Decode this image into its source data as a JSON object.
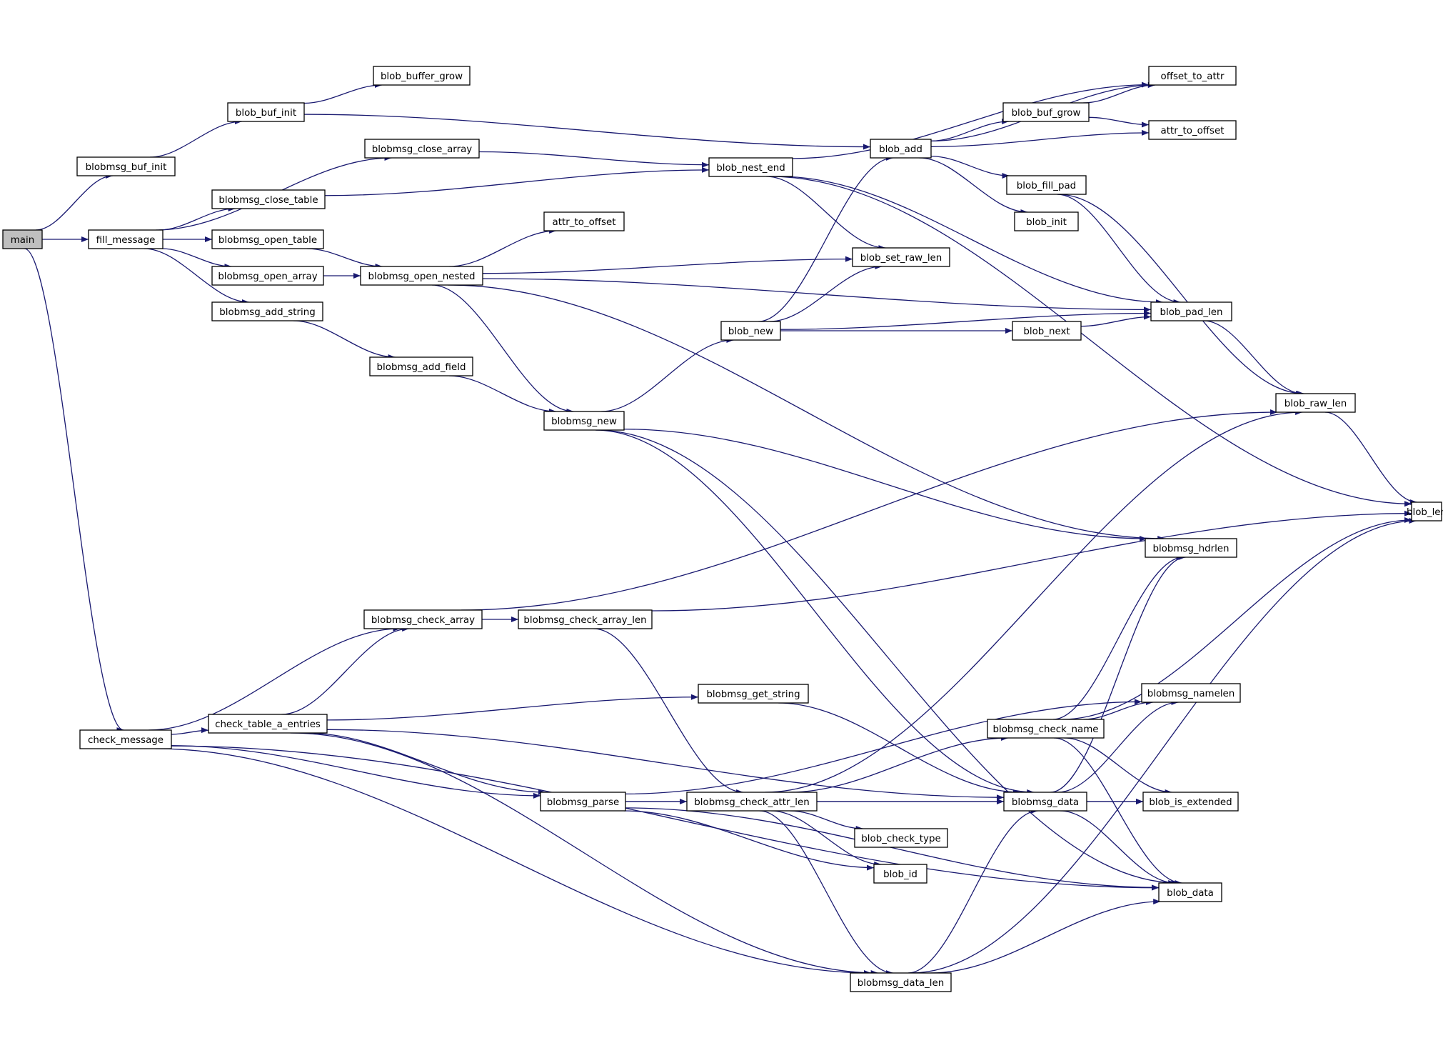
{
  "graph": {
    "edge_color": "#191970",
    "root_fill": "#bfbfbf",
    "nodes": [
      {
        "id": "main",
        "label": "main",
        "root": true
      },
      {
        "id": "blobmsg_buf_init",
        "label": "blobmsg_buf_init"
      },
      {
        "id": "fill_message",
        "label": "fill_message"
      },
      {
        "id": "check_message",
        "label": "check_message"
      },
      {
        "id": "blob_buf_init",
        "label": "blob_buf_init"
      },
      {
        "id": "blob_buffer_grow",
        "label": "blob_buffer_grow"
      },
      {
        "id": "blobmsg_close_array",
        "label": "blobmsg_close_array"
      },
      {
        "id": "blobmsg_close_table",
        "label": "blobmsg_close_table"
      },
      {
        "id": "blobmsg_open_table",
        "label": "blobmsg_open_table"
      },
      {
        "id": "blobmsg_open_array",
        "label": "blobmsg_open_array"
      },
      {
        "id": "blobmsg_add_string",
        "label": "blobmsg_add_string"
      },
      {
        "id": "blobmsg_open_nested",
        "label": "blobmsg_open_nested"
      },
      {
        "id": "blobmsg_add_field",
        "label": "blobmsg_add_field"
      },
      {
        "id": "attr_to_offset_1",
        "label": "attr_to_offset"
      },
      {
        "id": "blobmsg_new",
        "label": "blobmsg_new"
      },
      {
        "id": "blob_nest_end",
        "label": "blob_nest_end"
      },
      {
        "id": "blob_add",
        "label": "blob_add"
      },
      {
        "id": "blob_set_raw_len",
        "label": "blob_set_raw_len"
      },
      {
        "id": "blob_new",
        "label": "blob_new"
      },
      {
        "id": "blob_buf_grow",
        "label": "blob_buf_grow"
      },
      {
        "id": "blob_fill_pad",
        "label": "blob_fill_pad"
      },
      {
        "id": "blob_init",
        "label": "blob_init"
      },
      {
        "id": "blob_next",
        "label": "blob_next"
      },
      {
        "id": "offset_to_attr",
        "label": "offset_to_attr"
      },
      {
        "id": "attr_to_offset_2",
        "label": "attr_to_offset"
      },
      {
        "id": "blob_pad_len",
        "label": "blob_pad_len"
      },
      {
        "id": "blob_raw_len",
        "label": "blob_raw_len"
      },
      {
        "id": "blob_len",
        "label": "blob_len"
      },
      {
        "id": "blobmsg_hdrlen",
        "label": "blobmsg_hdrlen"
      },
      {
        "id": "blobmsg_check_array",
        "label": "blobmsg_check_array"
      },
      {
        "id": "blobmsg_check_array_len",
        "label": "blobmsg_check_array_len"
      },
      {
        "id": "check_table_a_entries",
        "label": "check_table_a_entries"
      },
      {
        "id": "blobmsg_get_string",
        "label": "blobmsg_get_string"
      },
      {
        "id": "blobmsg_parse",
        "label": "blobmsg_parse"
      },
      {
        "id": "blobmsg_check_attr_len",
        "label": "blobmsg_check_attr_len"
      },
      {
        "id": "blobmsg_check_name",
        "label": "blobmsg_check_name"
      },
      {
        "id": "blobmsg_data",
        "label": "blobmsg_data"
      },
      {
        "id": "blob_check_type",
        "label": "blob_check_type"
      },
      {
        "id": "blob_id",
        "label": "blob_id"
      },
      {
        "id": "blobmsg_data_len",
        "label": "blobmsg_data_len"
      },
      {
        "id": "blobmsg_namelen",
        "label": "blobmsg_namelen"
      },
      {
        "id": "blob_is_extended",
        "label": "blob_is_extended"
      },
      {
        "id": "blob_data",
        "label": "blob_data"
      }
    ],
    "edges": [
      [
        "main",
        "blobmsg_buf_init"
      ],
      [
        "main",
        "fill_message"
      ],
      [
        "main",
        "check_message"
      ],
      [
        "blobmsg_buf_init",
        "blob_buf_init"
      ],
      [
        "blob_buf_init",
        "blob_buffer_grow"
      ],
      [
        "blob_buf_init",
        "blob_add"
      ],
      [
        "fill_message",
        "blobmsg_close_array"
      ],
      [
        "fill_message",
        "blobmsg_close_table"
      ],
      [
        "fill_message",
        "blobmsg_open_table"
      ],
      [
        "fill_message",
        "blobmsg_open_array"
      ],
      [
        "fill_message",
        "blobmsg_add_string"
      ],
      [
        "blobmsg_close_array",
        "blob_nest_end"
      ],
      [
        "blobmsg_close_table",
        "blob_nest_end"
      ],
      [
        "blobmsg_open_table",
        "blobmsg_open_nested"
      ],
      [
        "blobmsg_open_array",
        "blobmsg_open_nested"
      ],
      [
        "blobmsg_add_string",
        "blobmsg_add_field"
      ],
      [
        "blobmsg_open_nested",
        "attr_to_offset_1"
      ],
      [
        "blobmsg_open_nested",
        "blob_set_raw_len"
      ],
      [
        "blobmsg_open_nested",
        "blob_pad_len"
      ],
      [
        "blobmsg_open_nested",
        "blobmsg_hdrlen"
      ],
      [
        "blobmsg_open_nested",
        "blobmsg_new"
      ],
      [
        "blobmsg_add_field",
        "blobmsg_new"
      ],
      [
        "blobmsg_new",
        "blob_new"
      ],
      [
        "blobmsg_new",
        "blobmsg_hdrlen"
      ],
      [
        "blobmsg_new",
        "blobmsg_data"
      ],
      [
        "blobmsg_new",
        "blob_data"
      ],
      [
        "blob_nest_end",
        "offset_to_attr"
      ],
      [
        "blob_nest_end",
        "blob_set_raw_len"
      ],
      [
        "blob_nest_end",
        "blob_pad_len"
      ],
      [
        "blob_nest_end",
        "blob_len"
      ],
      [
        "blob_add",
        "offset_to_attr"
      ],
      [
        "blob_add",
        "blob_buf_grow"
      ],
      [
        "blob_add",
        "attr_to_offset_2"
      ],
      [
        "blob_add",
        "blob_fill_pad"
      ],
      [
        "blob_add",
        "blob_init"
      ],
      [
        "blob_new",
        "blob_add"
      ],
      [
        "blob_new",
        "blob_set_raw_len"
      ],
      [
        "blob_new",
        "blob_next"
      ],
      [
        "blob_new",
        "blob_pad_len"
      ],
      [
        "blob_buf_grow",
        "offset_to_attr"
      ],
      [
        "blob_buf_grow",
        "attr_to_offset_2"
      ],
      [
        "blob_fill_pad",
        "blob_pad_len"
      ],
      [
        "blob_fill_pad",
        "blob_raw_len"
      ],
      [
        "blob_next",
        "blob_pad_len"
      ],
      [
        "blob_pad_len",
        "blob_raw_len"
      ],
      [
        "blob_raw_len",
        "blob_len"
      ],
      [
        "check_message",
        "blobmsg_check_array"
      ],
      [
        "check_message",
        "check_table_a_entries"
      ],
      [
        "check_message",
        "blobmsg_parse"
      ],
      [
        "check_message",
        "blobmsg_data_len"
      ],
      [
        "check_message",
        "blob_data"
      ],
      [
        "blobmsg_check_array",
        "blob_raw_len"
      ],
      [
        "blobmsg_check_array",
        "blobmsg_check_array_len"
      ],
      [
        "blobmsg_check_array_len",
        "blob_len"
      ],
      [
        "blobmsg_check_array_len",
        "blobmsg_check_attr_len"
      ],
      [
        "check_table_a_entries",
        "blobmsg_check_array"
      ],
      [
        "check_table_a_entries",
        "blobmsg_data"
      ],
      [
        "check_table_a_entries",
        "blobmsg_get_string"
      ],
      [
        "check_table_a_entries",
        "blobmsg_parse"
      ],
      [
        "check_table_a_entries",
        "blobmsg_data_len"
      ],
      [
        "blobmsg_get_string",
        "blobmsg_data"
      ],
      [
        "blobmsg_parse",
        "blobmsg_namelen"
      ],
      [
        "blobmsg_parse",
        "blobmsg_check_attr_len"
      ],
      [
        "blobmsg_parse",
        "blob_is_extended"
      ],
      [
        "blobmsg_parse",
        "blob_id"
      ],
      [
        "blobmsg_parse",
        "blob_data"
      ],
      [
        "blobmsg_check_attr_len",
        "blob_raw_len"
      ],
      [
        "blobmsg_check_attr_len",
        "blobmsg_check_name"
      ],
      [
        "blobmsg_check_attr_len",
        "blobmsg_data"
      ],
      [
        "blobmsg_check_attr_len",
        "blob_check_type"
      ],
      [
        "blobmsg_check_attr_len",
        "blob_id"
      ],
      [
        "blobmsg_check_attr_len",
        "blobmsg_data_len"
      ],
      [
        "blobmsg_check_name",
        "blobmsg_hdrlen"
      ],
      [
        "blobmsg_check_name",
        "blobmsg_namelen"
      ],
      [
        "blobmsg_check_name",
        "blob_len"
      ],
      [
        "blobmsg_check_name",
        "blob_is_extended"
      ],
      [
        "blobmsg_check_name",
        "blob_data"
      ],
      [
        "blobmsg_data",
        "blobmsg_hdrlen"
      ],
      [
        "blobmsg_data",
        "blobmsg_namelen"
      ],
      [
        "blobmsg_data",
        "blob_is_extended"
      ],
      [
        "blobmsg_data",
        "blob_data"
      ],
      [
        "blobmsg_data_len",
        "blobmsg_data"
      ],
      [
        "blobmsg_data_len",
        "blob_data"
      ],
      [
        "blobmsg_data_len",
        "blob_len"
      ]
    ]
  }
}
